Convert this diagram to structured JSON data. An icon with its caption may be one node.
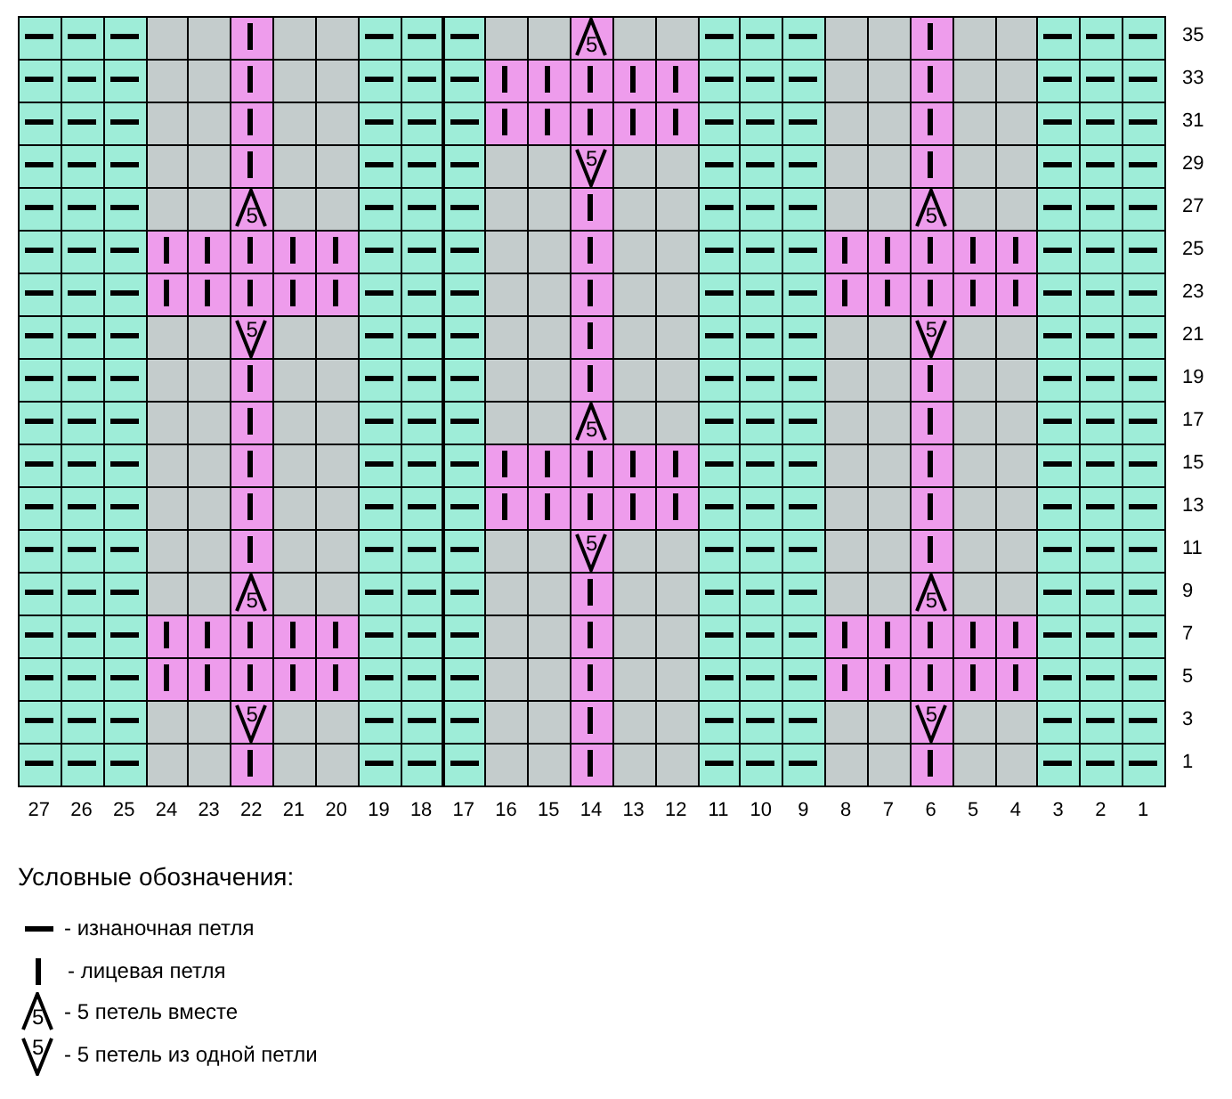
{
  "diagram": {
    "labels": [
      "5",
      "5",
      "5",
      "5",
      "5",
      "5",
      "5",
      "5",
      "5",
      "5",
      "5",
      "5",
      "35",
      "33",
      "31",
      "29",
      "27",
      "25",
      "23",
      "21",
      "19",
      "17",
      "15",
      "13",
      "11",
      "9",
      "7",
      "5",
      "3",
      "1",
      "27",
      "26",
      "25",
      "24",
      "23",
      "22",
      "21",
      "20",
      "19",
      "18",
      "17",
      "16",
      "15",
      "14",
      "13",
      "12",
      "11",
      "10",
      "9",
      "8",
      "7",
      "6",
      "5",
      "4",
      "3",
      "2",
      "1",
      "Условные обозначения:",
      "5",
      "5"
    ],
    "legend": [
      {
        "text": "- изнаночная петля"
      },
      {
        "text": "- лицевая петля"
      },
      {
        "text": "- 5 петель вместе"
      },
      {
        "text": "- 5 петель  из одной петли"
      }
    ]
  }
}
